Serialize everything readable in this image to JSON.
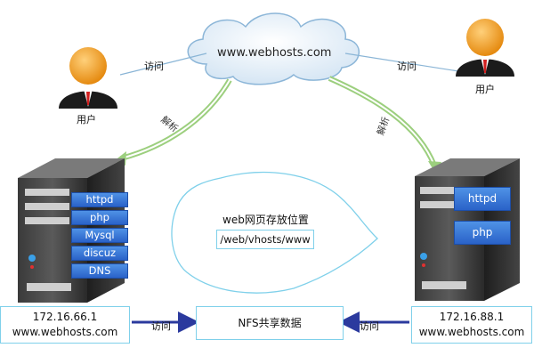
{
  "cloud": {
    "domain": "www.webhosts.com"
  },
  "users": {
    "left_label": "用户",
    "right_label": "用户"
  },
  "edges": {
    "user_left_visit": "访问",
    "user_right_visit": "访问",
    "resolve_left": "解析",
    "resolve_right": "解析",
    "nfs_left_visit": "访问",
    "nfs_right_visit": "访问"
  },
  "server_left": {
    "services": [
      "httpd",
      "php",
      "Mysql",
      "discuz",
      "DNS"
    ],
    "ip": "172.16.66.1",
    "host": "www.webhosts.com"
  },
  "server_right": {
    "services": [
      "httpd",
      "php"
    ],
    "ip": "172.16.88.1",
    "host": "www.webhosts.com"
  },
  "storage": {
    "title": "web网页存放位置",
    "path": "/web/vhosts/www"
  },
  "nfs": {
    "label": "NFS共享数据"
  },
  "colors": {
    "service_fill": "#3a78d8",
    "cloud_stroke": "#8cb6d8",
    "arrow_green": "#a6d88a",
    "arrow_blue": "#2b3a9e",
    "box_border": "#7fd0ea"
  }
}
